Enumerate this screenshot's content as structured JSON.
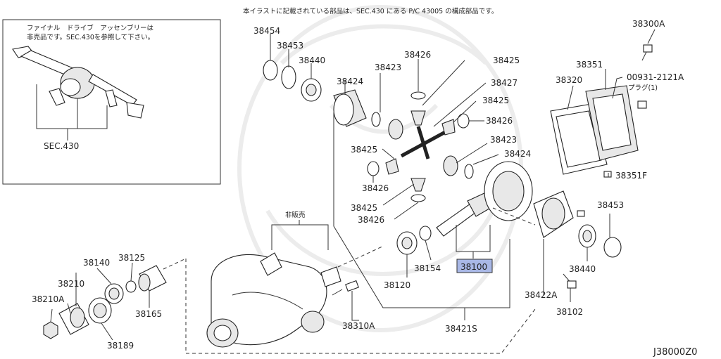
{
  "header_note": "本イラストに記載されている部品は、SEC.430 にある P/C 43005 の構成部品です。",
  "inset": {
    "note_line1": "ファイナル　ドライブ　アッセンブリーは",
    "note_line2": "非売品です。SEC.430を参照して下さい。",
    "sec_label": "SEC.430"
  },
  "not_for_sale_label": "非販売",
  "plug_label": "プラグ(1)",
  "diagram_code": "J38000Z0",
  "highlight_color": "#a9b8e6",
  "parts": {
    "p38454": "38454",
    "p38453a": "38453",
    "p38440a": "38440",
    "p38424a": "38424",
    "p38423a": "38423",
    "p38426a": "38426",
    "p38425a": "38425",
    "p38427": "38427",
    "p38425b": "38425",
    "p38426b": "38426",
    "p38423b": "38423",
    "p38424b": "38424",
    "p38425c": "38425",
    "p38426c": "38426",
    "p38425d": "38425",
    "p38426d": "38426",
    "p38300A": "38300A",
    "p38351": "38351",
    "p38320": "38320",
    "p00931": "00931-2121A",
    "p38351F": "38351F",
    "p38453b": "38453",
    "p38440b": "38440",
    "p38422A": "38422A",
    "p38102": "38102",
    "p38421S": "38421S",
    "p38100": "38100",
    "p38154": "38154",
    "p38120": "38120",
    "p38310A": "38310A",
    "p38140": "38140",
    "p38125": "38125",
    "p38210": "38210",
    "p38210A": "38210A",
    "p38165": "38165",
    "p38189": "38189"
  }
}
